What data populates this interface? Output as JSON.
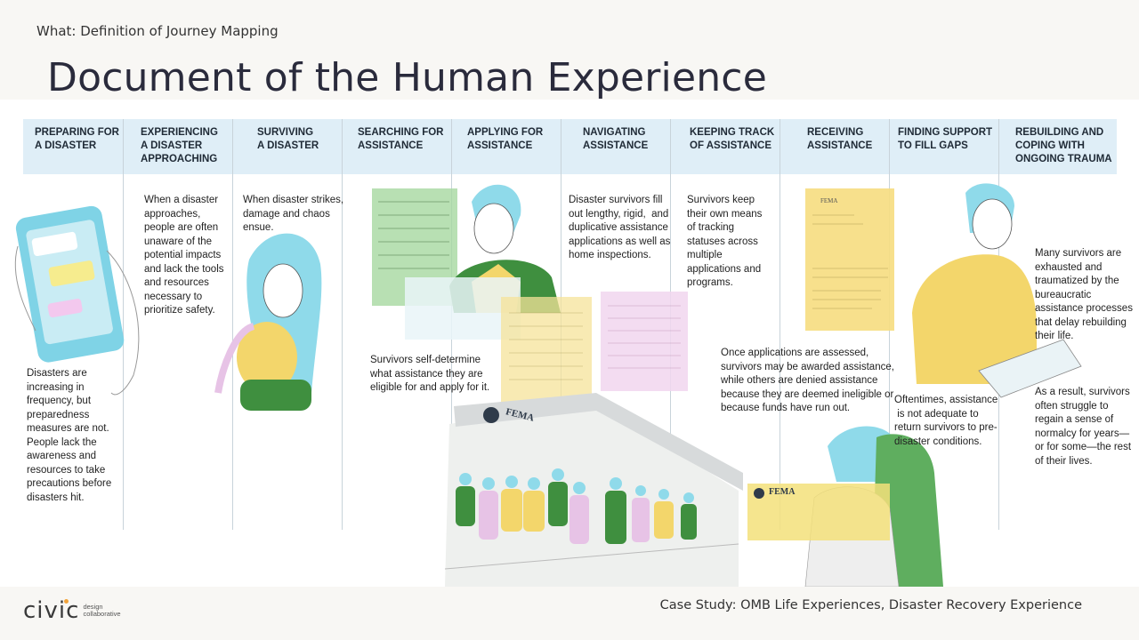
{
  "header": {
    "kicker": "What: Definition of Journey Mapping",
    "title": "Document of the Human Experience"
  },
  "journey": {
    "columns": [
      {
        "heading": "PREPARING FOR\nA DISASTER"
      },
      {
        "heading": "EXPERIENCING\nA DISASTER\nAPPROACHING"
      },
      {
        "heading": "SURVIVING\nA DISASTER"
      },
      {
        "heading": "SEARCHING FOR\nASSISTANCE"
      },
      {
        "heading": "APPLYING FOR\nASSISTANCE"
      },
      {
        "heading": "NAVIGATING\nASSISTANCE"
      },
      {
        "heading": "KEEPING TRACK\nOF ASSISTANCE"
      },
      {
        "heading": "RECEIVING\nASSISTANCE"
      },
      {
        "heading": "FINDING SUPPORT\nTO FILL GAPS"
      },
      {
        "heading": "REBUILDING AND\nCOPING WITH\nONGOING TRAUMA"
      }
    ],
    "texts": {
      "preparing": "Disasters are\nincreasing in\nfrequency, but\npreparedness\nmeasures are not.\nPeople lack the\nawareness and\nresources to take\nprecautions before\ndisasters hit.",
      "approaching": "When a disaster\napproaches,\npeople are often\nunaware of the\npotential impacts\nand lack the tools\nand resources\nnecessary to\nprioritize safety.",
      "surviving": "When disaster strikes,\ndamage and chaos\nensue.",
      "searching": "Survivors self-determine\nwhat assistance they are\neligible for and apply for it.",
      "applying": "Disaster survivors fill\nout lengthy, rigid,  and\nduplicative assistance\napplications as well as\nhome inspections.",
      "tracking": "Survivors keep\ntheir own means\nof tracking\nstatuses across\nmultiple\napplications and\nprograms.",
      "receiving": "Once applications are assessed,\nsurvivors may be awarded assistance,\nwhile others are denied assistance\nbecause they are deemed ineligible or\nbecause funds have run out.",
      "gaps": "Oftentimes, assistance\n is not adequate to\nreturn survivors to pre-\ndisaster conditions.",
      "rebuilding_1": "Many survivors are\nexhausted and\ntraumatized by the\nbureaucratic\nassistance processes\nthat delay rebuilding\ntheir life.",
      "rebuilding_2": "As a result, survivors\noften struggle to\nregain a sense of\nnormalcy for years—\nor for some—the rest\nof their lives."
    },
    "illustration_labels": {
      "fema_sign": "FEMA",
      "fema_check": "FEMA",
      "fema_letter": "FEMA"
    }
  },
  "footer": {
    "logo_word": "civic",
    "logo_sub_1": "design",
    "logo_sub_2": "collaborative",
    "case_study": "Case Study: OMB Life Experiences, Disaster Recovery Experience"
  },
  "colors": {
    "header_band": "#dfeef7",
    "title": "#2a2b3c",
    "accent_blue": "#7fd3e6",
    "accent_yellow": "#f3d66b",
    "accent_green": "#3f8f3f",
    "accent_pink": "#e7c3e6"
  }
}
